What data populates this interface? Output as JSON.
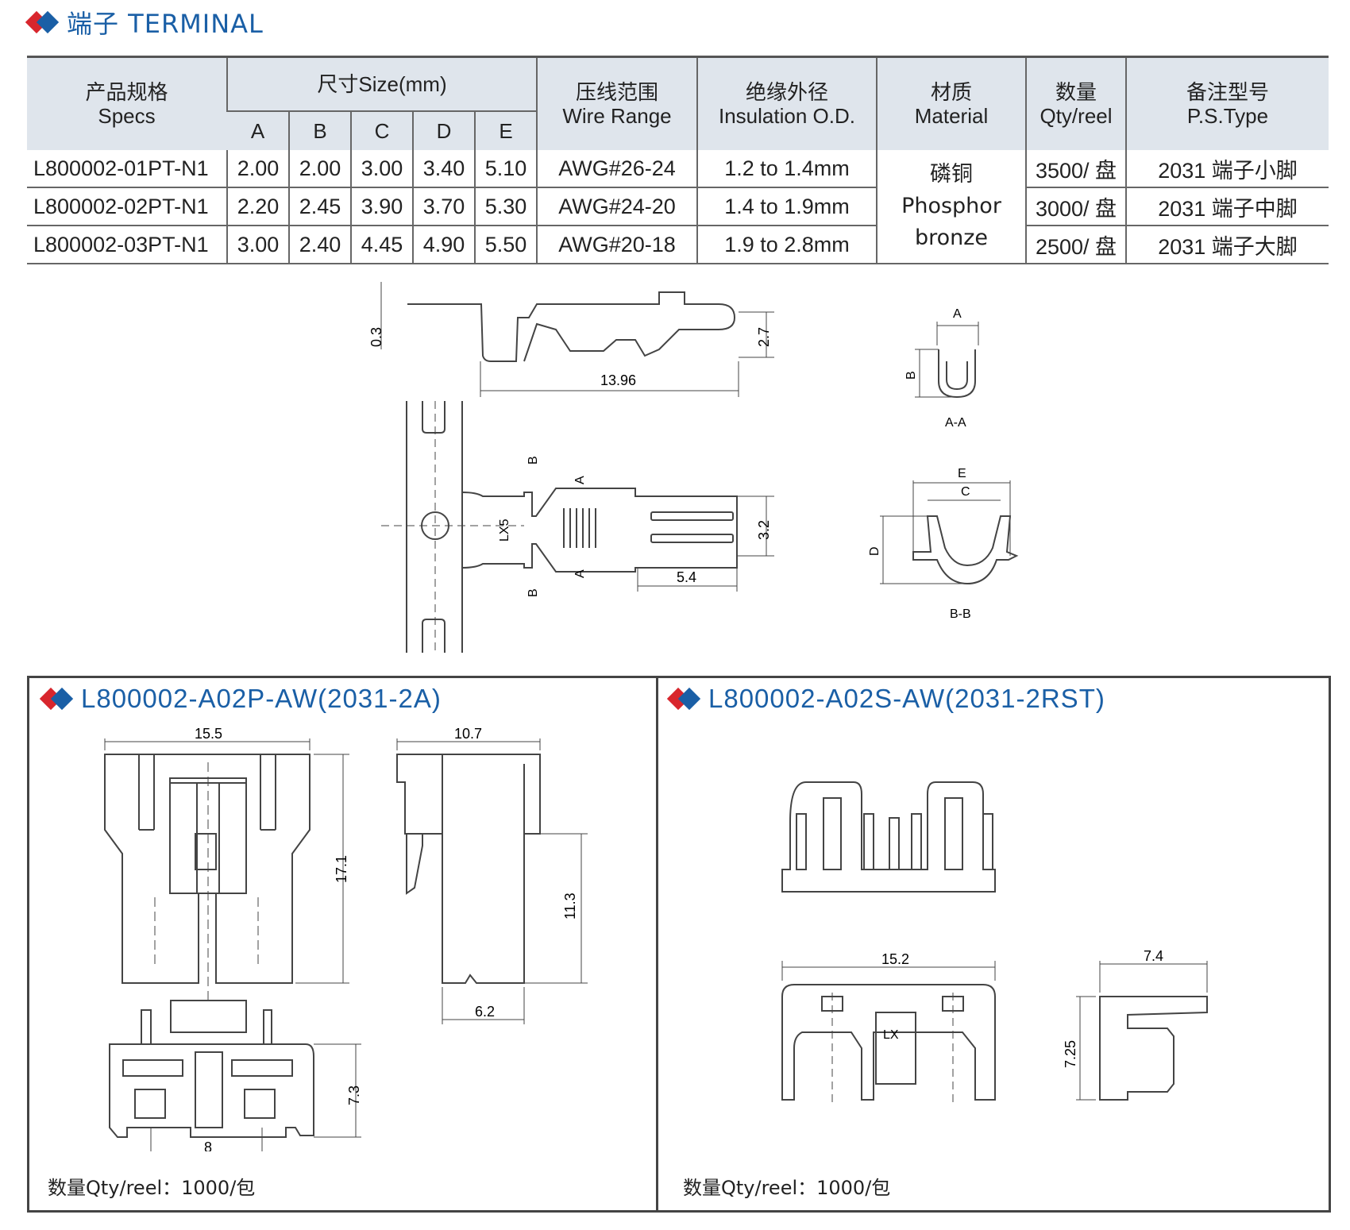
{
  "header": {
    "title": "端子 TERMINAL"
  },
  "table": {
    "col_specs": [
      "产品规格",
      "Specs"
    ],
    "col_size": "尺寸Size(mm)",
    "size_letters": [
      "A",
      "B",
      "C",
      "D",
      "E"
    ],
    "col_wire": [
      "压线范围",
      "Wire Range"
    ],
    "col_ins": [
      "绝缘外径",
      "Insulation O.D."
    ],
    "col_mat": [
      "材质",
      "Material"
    ],
    "col_qty": [
      "数量",
      "Qty/reel"
    ],
    "col_ps": [
      "备注型号",
      "P.S.Type"
    ],
    "rows": [
      {
        "spec": "L800002-01PT-N1",
        "A": "2.00",
        "B": "2.00",
        "C": "3.00",
        "D": "3.40",
        "E": "5.10",
        "wire": "AWG#26-24",
        "ins": "1.2 to 1.4mm",
        "qty": "3500/ 盘",
        "ps": "2031 端子小脚"
      },
      {
        "spec": "L800002-02PT-N1",
        "A": "2.20",
        "B": "2.45",
        "C": "3.90",
        "D": "3.70",
        "E": "5.30",
        "wire": "AWG#24-20",
        "ins": "1.4 to 1.9mm",
        "qty": "3000/ 盘",
        "ps": "2031 端子中脚"
      },
      {
        "spec": "L800002-03PT-N1",
        "A": "3.00",
        "B": "2.40",
        "C": "4.45",
        "D": "4.90",
        "E": "5.50",
        "wire": "AWG#20-18",
        "ins": "1.9 to 2.8mm",
        "qty": "2500/ 盘",
        "ps": "2031 端子大脚"
      }
    ],
    "material": [
      "磷铜",
      "Phosphor",
      "bronze"
    ]
  },
  "terminal_drawing": {
    "dims": {
      "t": "0.3",
      "h": "2.7",
      "len": "13.96",
      "w": "3.2",
      "l2": "5.4",
      "lx": "LX5"
    },
    "marks": {
      "a": "A",
      "b": "B",
      "c": "C",
      "d": "D",
      "e": "E"
    },
    "sections": {
      "aa": "A-A",
      "bb": "B-B"
    }
  },
  "panel_left": {
    "title": "L800002-A02P-AW(2031-2A)",
    "dims": {
      "w": "15.5",
      "h": "17.1",
      "side_w": "10.7",
      "side_h": "11.3",
      "side_b": "6.2",
      "bottom_h": "7.3",
      "pitch": "8"
    },
    "qty": "数量Qty/reel：1000/包"
  },
  "panel_right": {
    "title": "L800002-A02S-AW(2031-2RST)",
    "dims": {
      "w": "15.2",
      "side_w": "7.4",
      "side_h": "7.25",
      "lx": "LX"
    },
    "qty": "数量Qty/reel：1000/包"
  }
}
